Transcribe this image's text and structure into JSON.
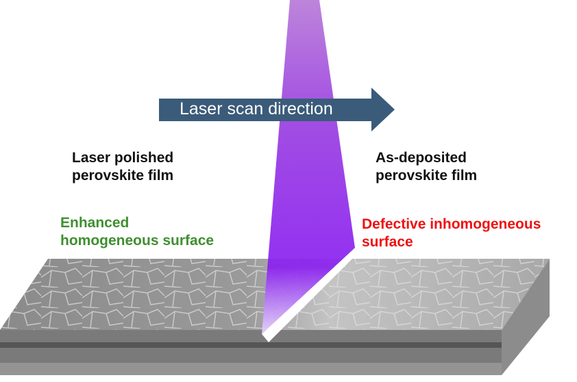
{
  "arrow": {
    "label": "Laser scan direction",
    "color": "#3b5b7a"
  },
  "left": {
    "film_line1": "Laser polished",
    "film_line2": "perovskite film",
    "surface_line1": "Enhanced",
    "surface_line2": "homogeneous surface",
    "surface_color": "#3f8f2f"
  },
  "right": {
    "film_line1": "As-deposited",
    "film_line2": "perovskite film",
    "surface_line1": "Defective inhomogeneous",
    "surface_line2": "surface",
    "surface_color": "#ee1111"
  },
  "beam_color": "#8a2be2"
}
